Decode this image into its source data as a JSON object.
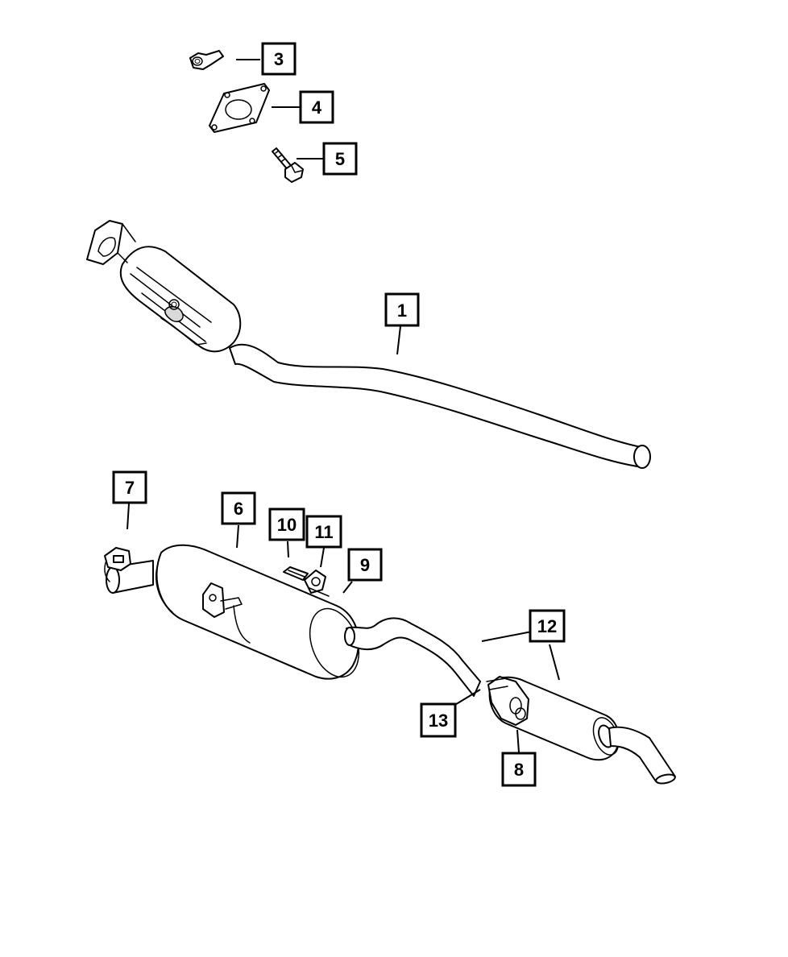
{
  "callouts": {
    "c1": "1",
    "c3": "3",
    "c4": "4",
    "c5": "5",
    "c6": "6",
    "c7": "7",
    "c8": "8",
    "c9": "9",
    "c10": "10",
    "c11": "11",
    "c12": "12",
    "c13": "13"
  }
}
